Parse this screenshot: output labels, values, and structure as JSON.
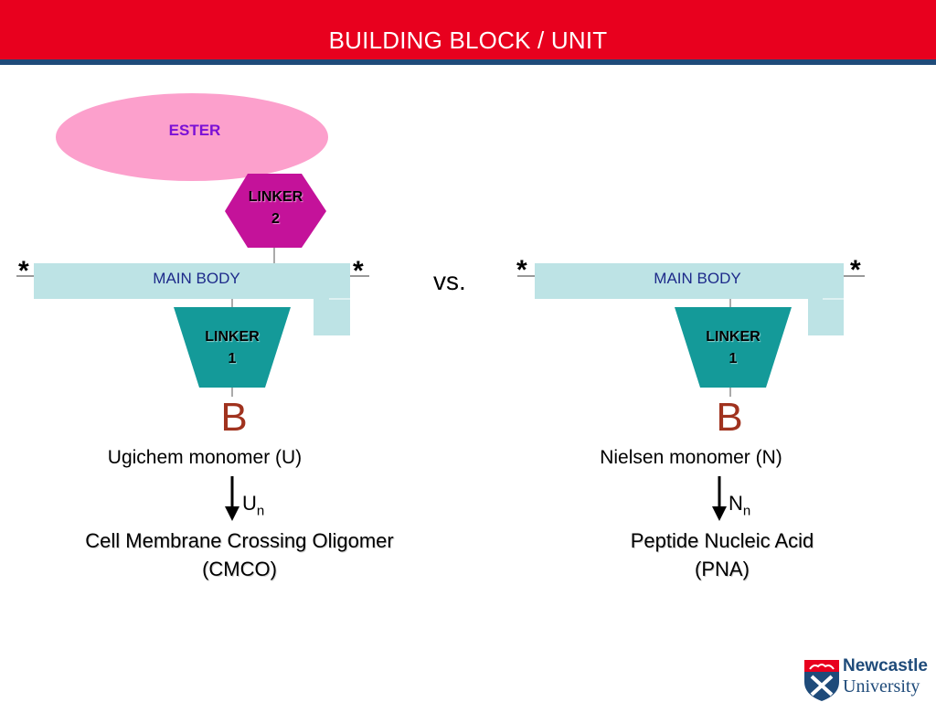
{
  "header": {
    "title": "BUILDING BLOCK / UNIT"
  },
  "colors": {
    "header_red": "#e8001e",
    "header_stripe": "#1f4b7a",
    "ester_fill": "#fca0cc",
    "linker2_fill": "#c4129a",
    "main_body_fill": "#bde3e5",
    "linker1_fill": "#149a99",
    "b_color": "#a0321e"
  },
  "left": {
    "ester": "ESTER",
    "linker2_line1": "LINKER",
    "linker2_line2": "2",
    "main_body": "MAIN BODY",
    "star_left": "*",
    "star_right": "*",
    "linker1_line1": "LINKER",
    "linker1_line2": "1",
    "base": "B",
    "monomer": "Ugichem monomer (U)",
    "symbol": "U",
    "symbol_sub": "n",
    "result_line1": "Cell Membrane Crossing Oligomer",
    "result_line2": "(CMCO)"
  },
  "vs": "vs.",
  "right": {
    "main_body": "MAIN BODY",
    "star_left": "*",
    "star_right": "*",
    "linker1_line1": "LINKER",
    "linker1_line2": "1",
    "base": "B",
    "monomer": "Nielsen monomer (N)",
    "symbol": "N",
    "symbol_sub": "n",
    "result_line1": "Peptide Nucleic Acid",
    "result_line2": "(PNA)"
  },
  "logo": {
    "line1": "Newcastle",
    "line2": "University"
  }
}
